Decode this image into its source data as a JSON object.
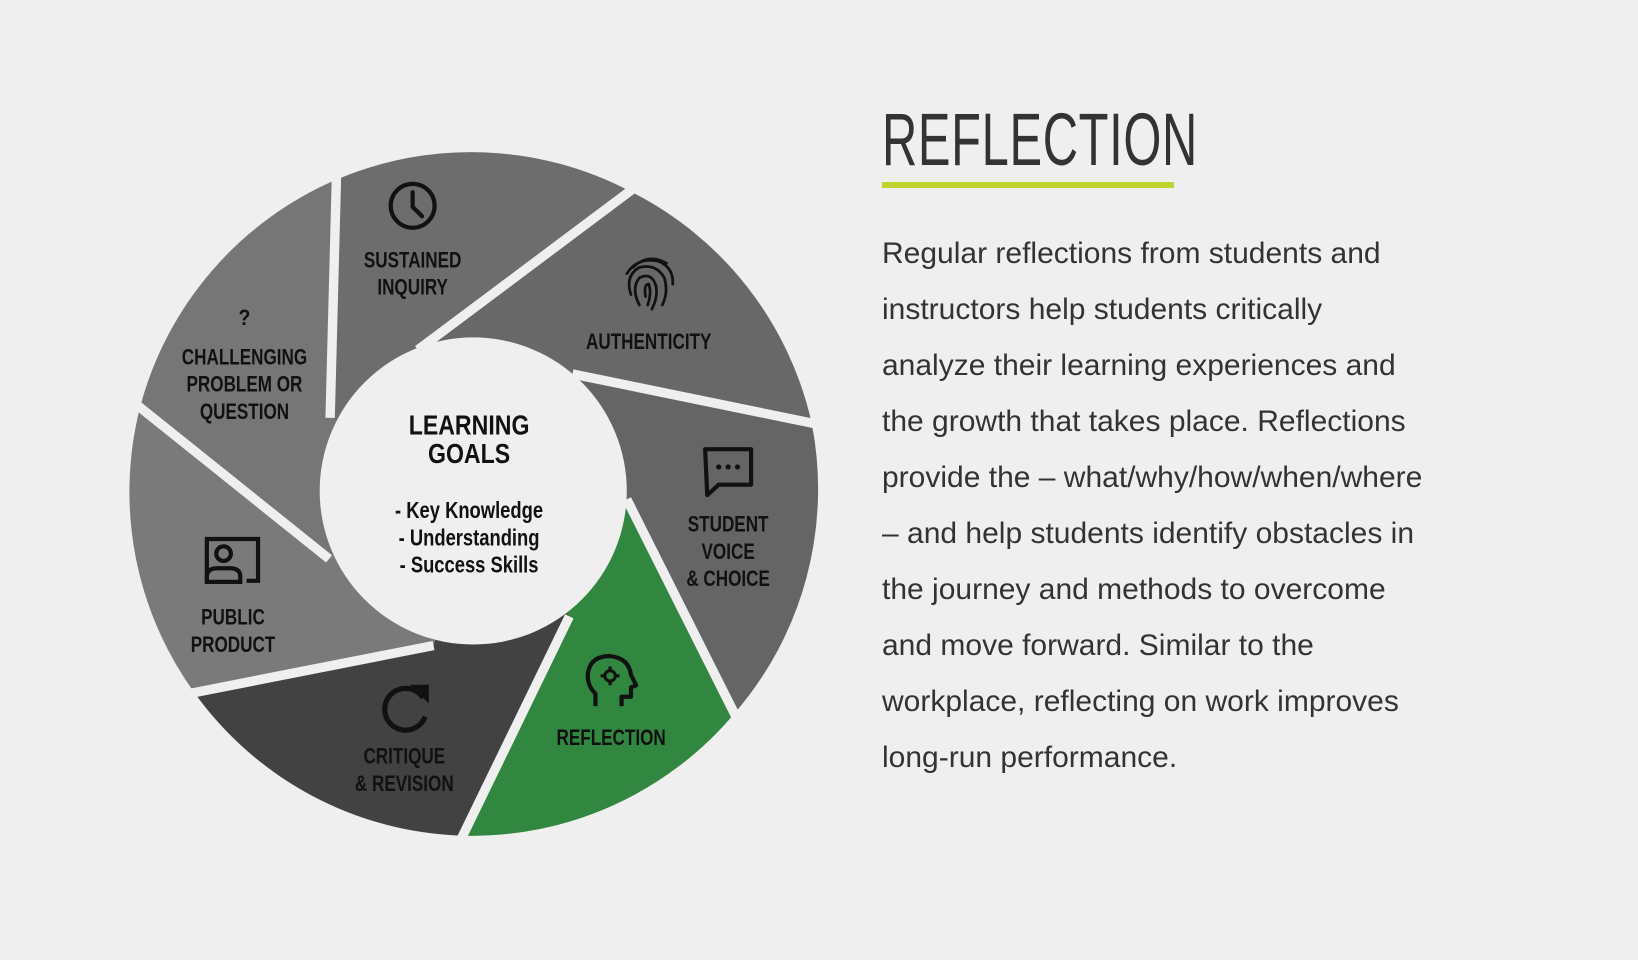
{
  "diagram": {
    "center": {
      "title_line1": "LEARNING",
      "title_line2": "GOALS",
      "bullets": [
        "- Key Knowledge",
        "- Understanding",
        "- Success Skills"
      ]
    },
    "segments": [
      {
        "lines": [
          "SUSTAINED",
          "INQUIRY"
        ],
        "icon": "clock-icon",
        "color": "#6d6d6d"
      },
      {
        "lines": [
          "AUTHENTICITY"
        ],
        "icon": "fingerprint-icon",
        "color": "#686868"
      },
      {
        "lines": [
          "STUDENT",
          "VOICE",
          "& CHOICE"
        ],
        "icon": "chat-icon",
        "color": "#656565"
      },
      {
        "lines": [
          "REFLECTION"
        ],
        "icon": "head-gear-icon",
        "color": "#31873f",
        "active": true
      },
      {
        "lines": [
          "CRITIQUE",
          "& REVISION"
        ],
        "icon": "refresh-icon",
        "color": "#424242"
      },
      {
        "lines": [
          "PUBLIC",
          "PRODUCT"
        ],
        "icon": "presenter-icon",
        "color": "#7a7a7a"
      },
      {
        "lines": [
          "CHALLENGING",
          "PROBLEM OR",
          "QUESTION"
        ],
        "icon": "question-icon",
        "icon_text": "?",
        "color": "#767676"
      }
    ]
  },
  "panel": {
    "title": "REFLECTION",
    "accent": "#bfd42f",
    "body_lines": [
      "Regular reflections from students and",
      "instructors help students critically",
      "analyze their learning experiences and",
      "the growth that takes place. Reflections",
      "provide the – what/why/how/when/where",
      "– and help students identify obstacles in",
      "the journey and methods to overcome",
      "and move forward. Similar to the",
      "workplace, reflecting on work improves",
      "long-run performance."
    ]
  }
}
